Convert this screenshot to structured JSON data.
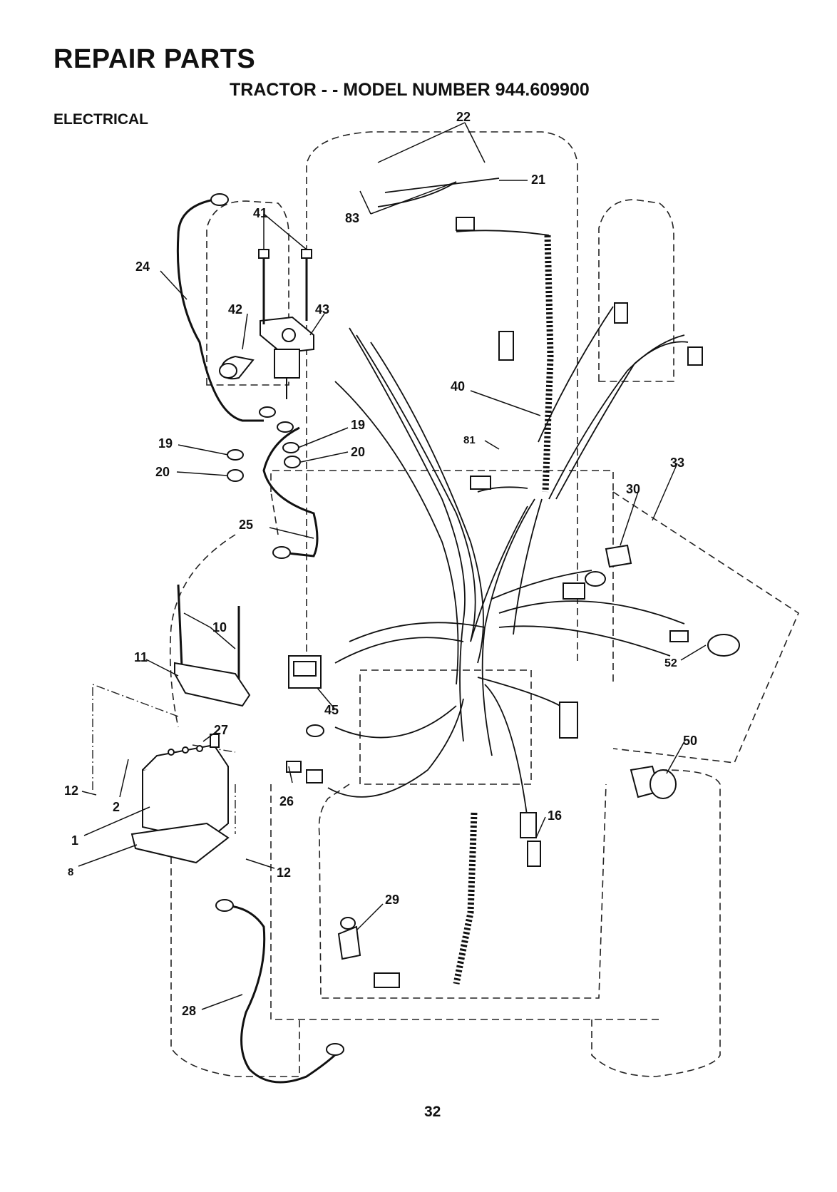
{
  "header": {
    "title": "REPAIR PARTS",
    "subtitle": "TRACTOR - - MODEL NUMBER 944.609900",
    "section": "ELECTRICAL"
  },
  "footer": {
    "page_number": "32"
  },
  "callouts": [
    "22",
    "21",
    "83",
    "41",
    "24",
    "42",
    "43",
    "40",
    "19",
    "20",
    "19",
    "20",
    "81",
    "33",
    "30",
    "25",
    "10",
    "11",
    "52",
    "45",
    "27",
    "12",
    "2",
    "26",
    "50",
    "1",
    "8",
    "12",
    "16",
    "29",
    "28"
  ]
}
